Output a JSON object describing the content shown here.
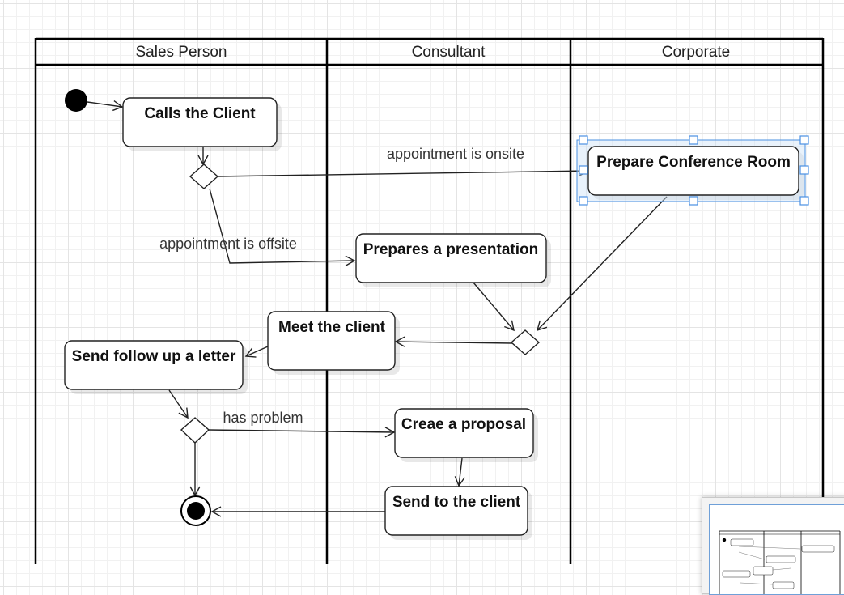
{
  "lanes": [
    {
      "id": "sales",
      "title": "Sales Person"
    },
    {
      "id": "consultant",
      "title": "Consultant"
    },
    {
      "id": "corporate",
      "title": "Corporate"
    }
  ],
  "nodes": {
    "calls_client": "Calls the Client",
    "prepare_room": "Prepare Conference Room",
    "prepares_presentation": "Prepares a presentation",
    "meet_client": "Meet the client",
    "send_followup": "Send follow up a letter",
    "create_proposal": "Creae a proposal",
    "send_to_client": "Send to the client"
  },
  "edge_labels": {
    "onsite": "appointment is onsite",
    "offsite": "appointment is offsite",
    "has_problem": "has problem"
  },
  "colors": {
    "stroke": "#222222",
    "selection": "#4a90e2",
    "grid": "#e4e4e4"
  }
}
